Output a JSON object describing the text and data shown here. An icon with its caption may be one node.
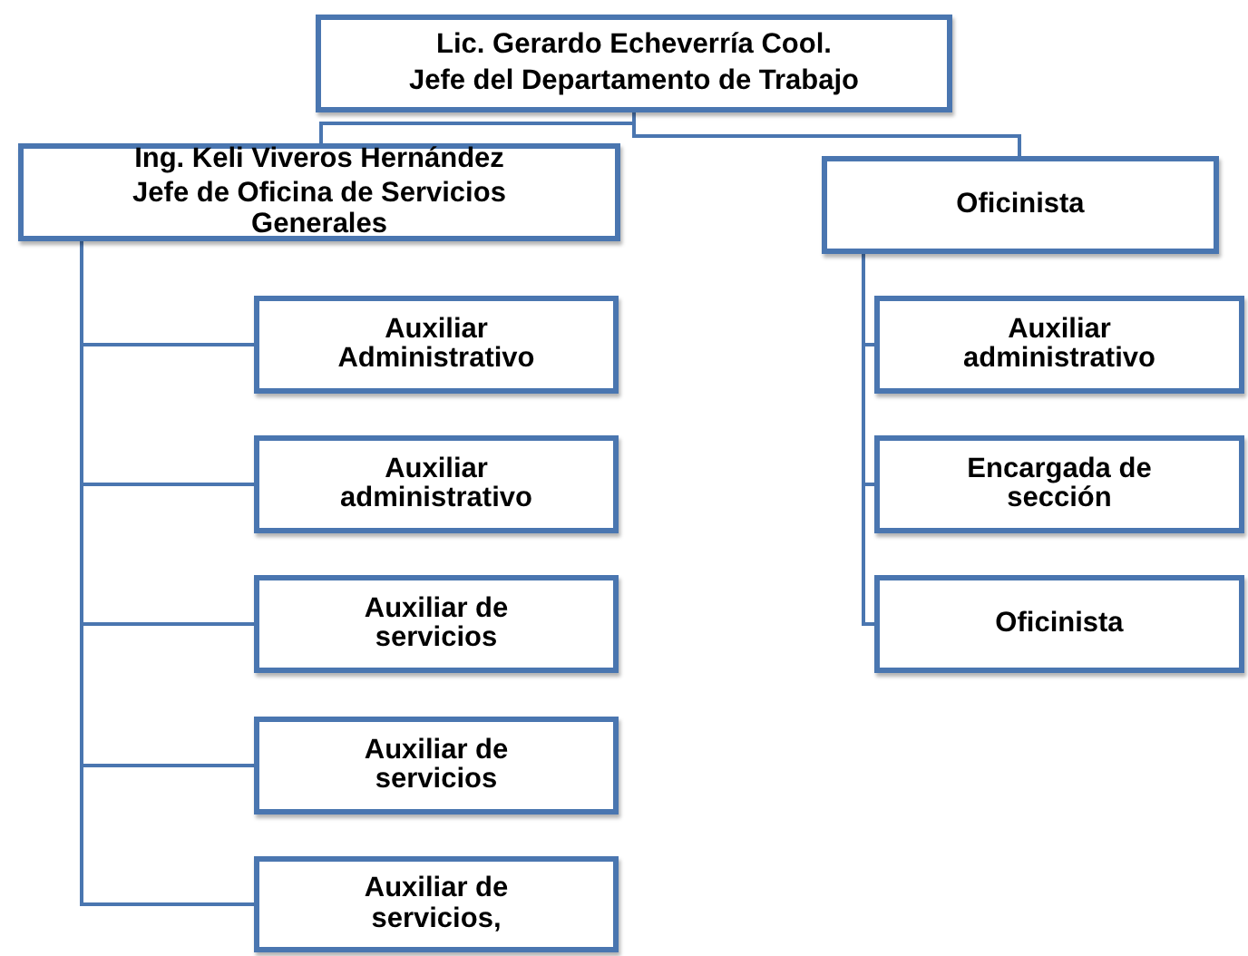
{
  "diagram": {
    "nodes": [
      {
        "text": [
          "Lic. Gerardo Echeverría Cool.",
          "Jefe del Departamento de Trabajo"
        ]
      },
      {
        "text": [
          "Ing. Keli Viveros Hernández",
          "Jefe de Oficina de Servicios Generales"
        ]
      },
      {
        "text": [
          "Oficinista"
        ]
      },
      {
        "text": [
          "Auxiliar Administrativo"
        ]
      },
      {
        "text": [
          "Auxiliar administrativo"
        ]
      },
      {
        "text": [
          "Auxiliar de servicios"
        ]
      },
      {
        "text": [
          "Auxiliar de servicios"
        ]
      },
      {
        "text": [
          "Auxiliar de servicios,"
        ]
      },
      {
        "text": [
          "Auxiliar administrativo"
        ]
      },
      {
        "text": [
          "Encargada de sección"
        ]
      },
      {
        "text": [
          "Oficinista"
        ]
      }
    ],
    "edges": [
      {
        "from": 0,
        "to": 1,
        "arrow": "none"
      },
      {
        "from": 0,
        "to": 2,
        "arrow": "none"
      },
      {
        "from": 1,
        "to": 3,
        "arrow": "none"
      },
      {
        "from": 1,
        "to": 4,
        "arrow": "none"
      },
      {
        "from": 1,
        "to": 5,
        "arrow": "none"
      },
      {
        "from": 1,
        "to": 6,
        "arrow": "none"
      },
      {
        "from": 1,
        "to": 7,
        "arrow": "none"
      },
      {
        "from": 2,
        "to": 8,
        "arrow": "none"
      },
      {
        "from": 2,
        "to": 9,
        "arrow": "none"
      },
      {
        "from": 2,
        "to": 10,
        "arrow": "none"
      }
    ]
  }
}
